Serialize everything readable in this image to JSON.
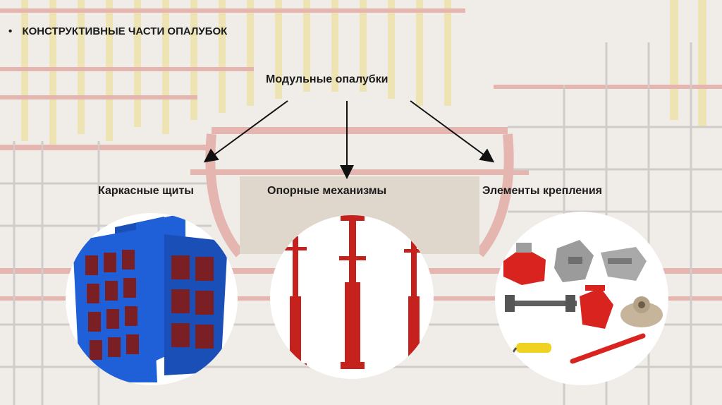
{
  "slide": {
    "bullet": "•",
    "title": "КОНСТРУКТИВНЫЕ ЧАСТИ ОПАЛУБОК",
    "root": "Модульные опалубки",
    "branches": [
      {
        "label": "Каркасные щиты",
        "image_icon": "formwork-panels-icon"
      },
      {
        "label": "Опорные механизмы",
        "image_icon": "steel-props-icon"
      },
      {
        "label": "Элементы крепления",
        "image_icon": "fasteners-icon"
      }
    ]
  },
  "colors": {
    "panel_blue": "#1f5fd8",
    "prop_red": "#c5221e",
    "scaffold_yellow": "#e2c84a",
    "scaffold_red": "#c94a3f"
  }
}
